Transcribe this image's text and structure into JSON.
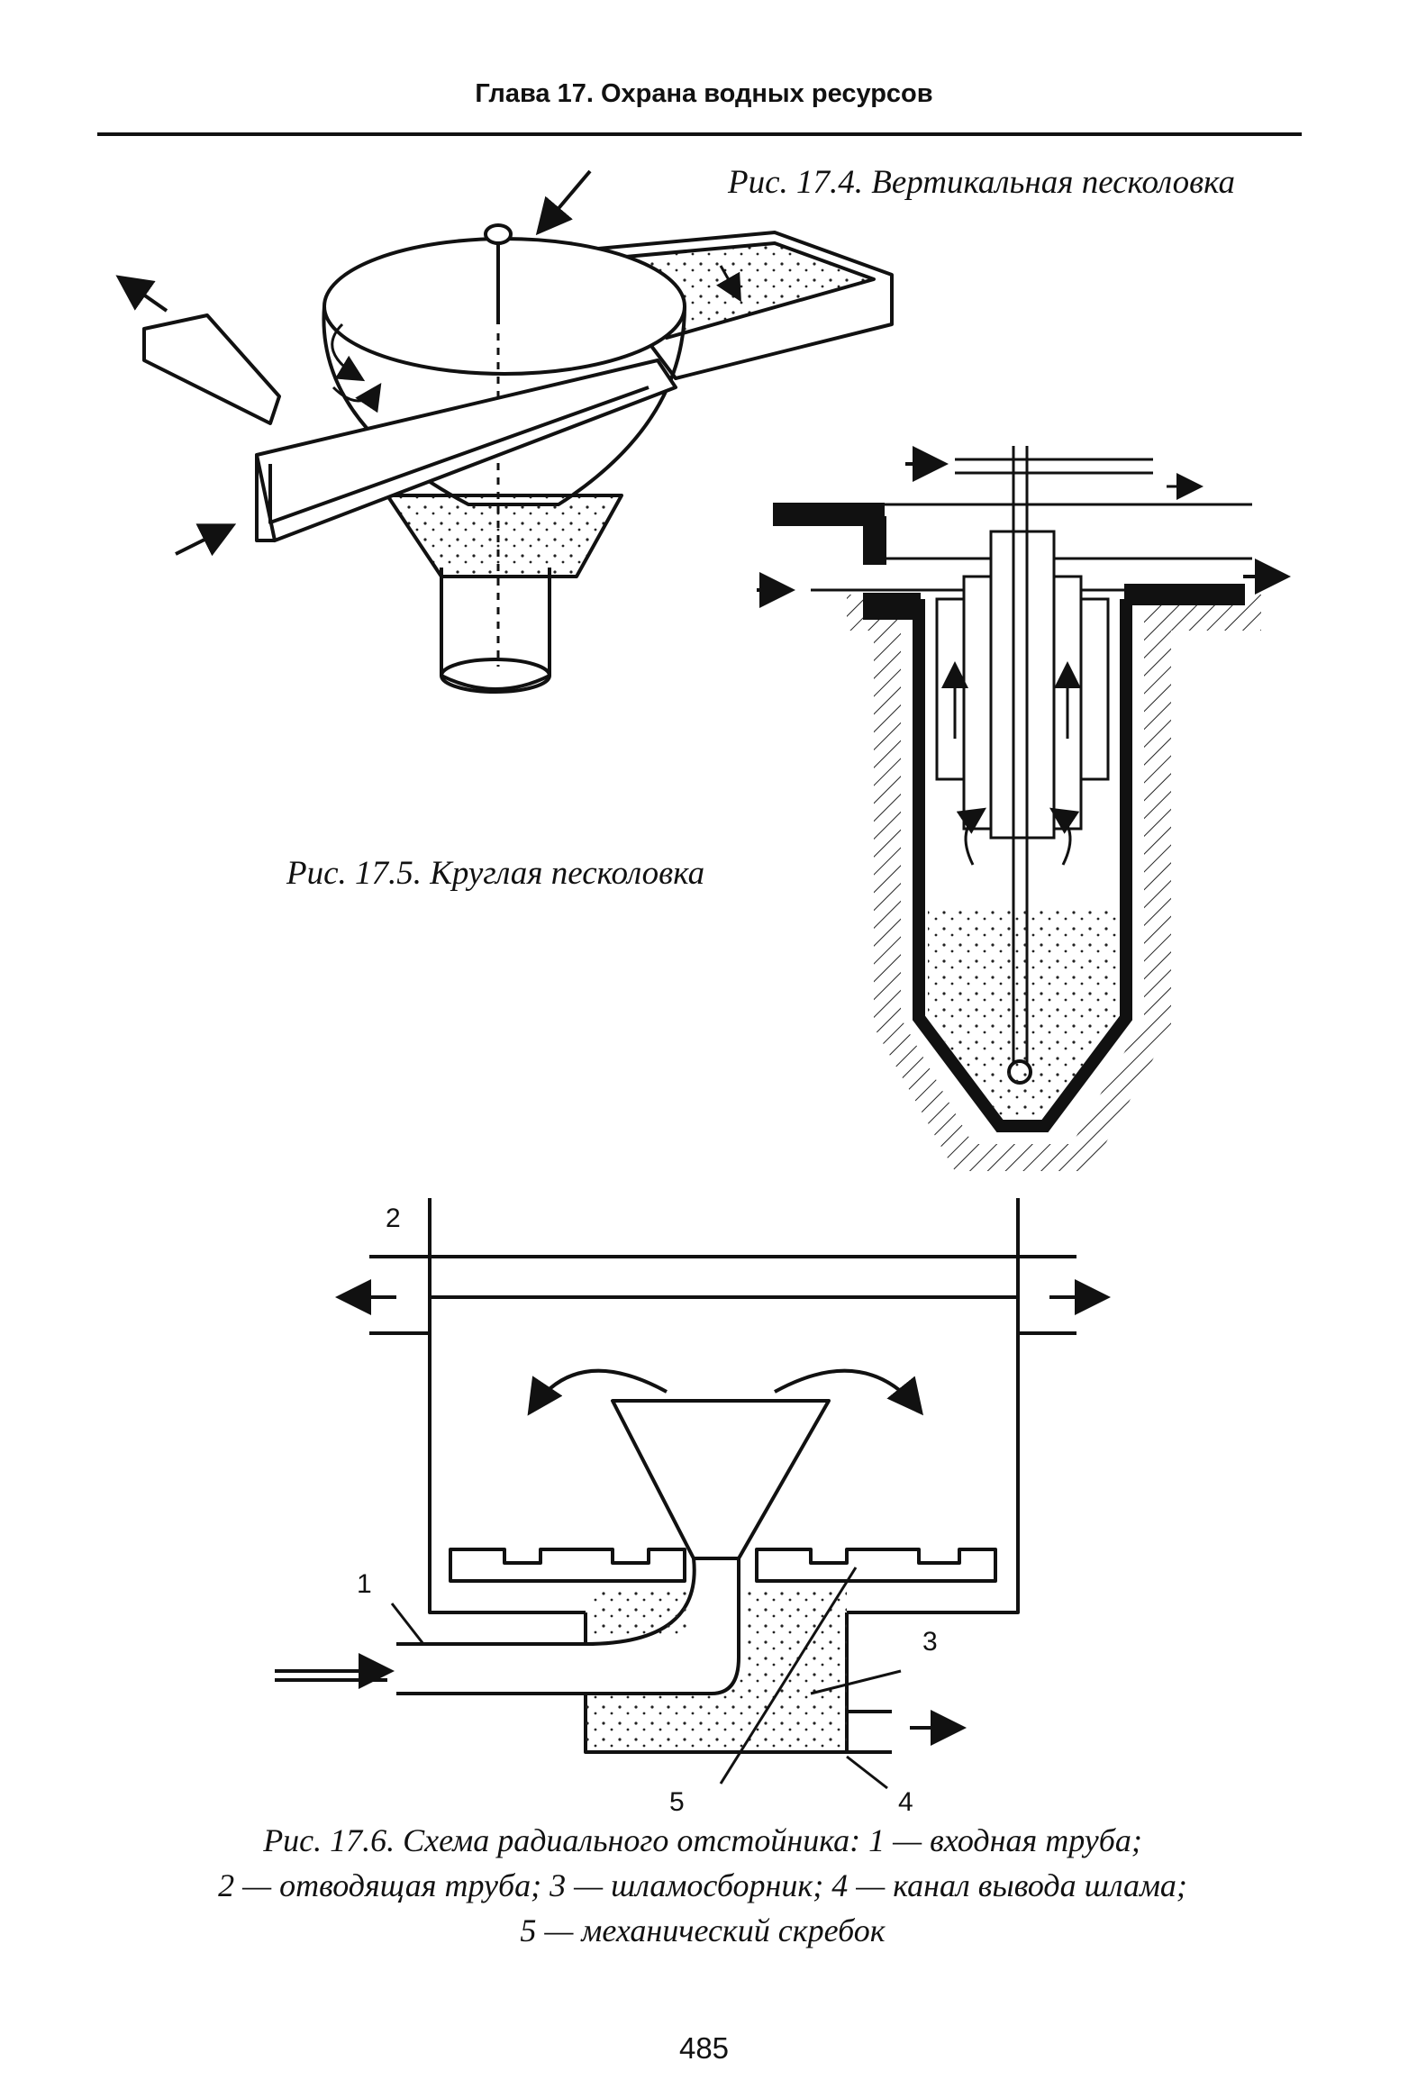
{
  "header": {
    "title": "Глава 17. Охрана водных ресурсов"
  },
  "figures": {
    "fig_17_4": {
      "caption": "Рис. 17.4. Вертикальная песколовка"
    },
    "fig_17_5": {
      "caption": "Рис. 17.5. Круглая песколовка"
    },
    "fig_17_6": {
      "caption_lines": [
        "Рис. 17.6. Схема радиального отстойника: 1 — входная труба;",
        "2 — отводящая труба; 3 — шламосборник; 4 — канал вывода шлама;",
        "5 — механический скребок"
      ],
      "labels": [
        "1",
        "2",
        "3",
        "4",
        "5"
      ]
    }
  },
  "page_number": "485"
}
